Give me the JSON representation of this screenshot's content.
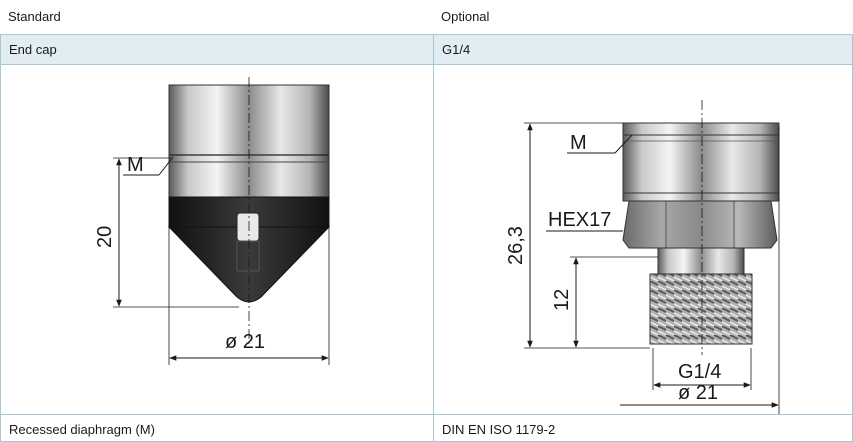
{
  "columns": {
    "left_heading": "Standard",
    "right_heading": "Optional"
  },
  "table": {
    "left_header": "End cap",
    "right_header": "G1/4",
    "left_footer": "Recessed diaphragm (M)",
    "right_footer": "DIN EN ISO 1179-2"
  },
  "left_drawing": {
    "label_m": "M",
    "dim_height": "20",
    "dim_diameter": "ø 21"
  },
  "right_drawing": {
    "label_m": "M",
    "label_hex": "HEX17",
    "dim_total": "26,3",
    "dim_thread_len": "12",
    "dim_thread": "G1/4",
    "dim_diameter": "ø 21"
  }
}
